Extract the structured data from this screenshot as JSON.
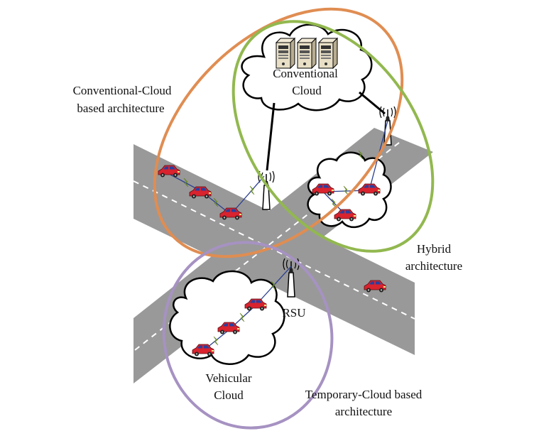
{
  "colors": {
    "road": "#999999",
    "lane_marking": "#ffffff",
    "orange_ellipse": "#e08d52",
    "green_ellipse": "#92b84f",
    "purple_ellipse": "#a692c2",
    "car_body": "#d9232e",
    "car_window": "#2a3f9e",
    "link_line": "#2b3f8f",
    "wireless_bolt": "#8fbf3a",
    "cloud_outline": "#000000",
    "wire": "#000000"
  },
  "icons": {
    "server": "server-icon",
    "car": "car-icon",
    "tower": "antenna-tower-icon",
    "cloud": "cloud-icon",
    "bolt": "wireless-bolt-icon"
  },
  "labels": {
    "conventional_cloud_line1": "Conventional",
    "conventional_cloud_line2": "Cloud",
    "conv_arch_line1": "Conventional-Cloud",
    "conv_arch_line2": "based architecture",
    "hybrid_line1": "Hybrid",
    "hybrid_line2": "architecture",
    "rsu": "RSU",
    "vehicular_line1": "Vehicular",
    "vehicular_line2": "Cloud",
    "temp_arch_line1": "Temporary-Cloud based",
    "temp_arch_line2": "architecture"
  }
}
